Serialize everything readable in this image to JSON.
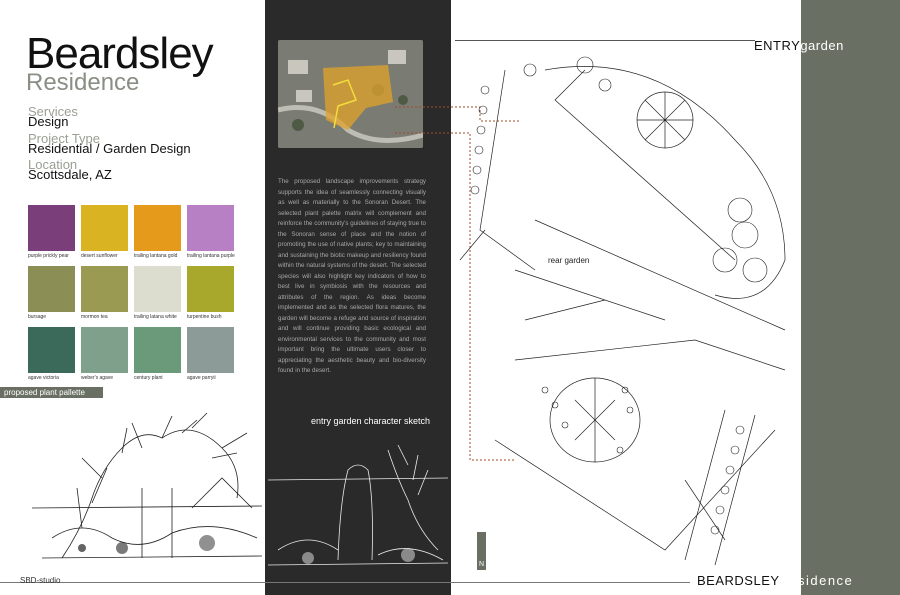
{
  "project": {
    "title_main": "Beardsley",
    "title_sub": "Residence",
    "services_label": "Services",
    "services_value": "Design",
    "type_label": "Project Type",
    "type_value": "Residential / Garden Design",
    "location_label": "Location",
    "location_value": "Scottsdale, AZ"
  },
  "plants": [
    {
      "name": "purple prickly pear",
      "color": "#7a3f7a"
    },
    {
      "name": "desert sunflower",
      "color": "#d9b321"
    },
    {
      "name": "trailing lantana gold",
      "color": "#e59a1b"
    },
    {
      "name": "trailing lantana purple",
      "color": "#b77fc4"
    },
    {
      "name": "bursage",
      "color": "#8b8f55"
    },
    {
      "name": "mormon tea",
      "color": "#9a9a52"
    },
    {
      "name": "trailing latana white",
      "color": "#dcdccf"
    },
    {
      "name": "turpentine bush",
      "color": "#a8a82c"
    },
    {
      "name": "agave victoria",
      "color": "#3b6a5a"
    },
    {
      "name": "weber's agave",
      "color": "#7fa08a"
    },
    {
      "name": "century plant",
      "color": "#6a9a7a"
    },
    {
      "name": "agave parryii",
      "color": "#8c9a98"
    }
  ],
  "palette_label": "proposed plant pallette",
  "description": "The proposed landscape improvements strategy supports the idea of seamlessly connecting visually as well as materially to the Sonoran Desert. The selected plant palette matrix will complement and reinforce the community's guidelines of staying true to the Sonoran sense of place and the notion of promoting the use of native plants; key to maintaining and sustaining the biotic makeup and resiliency found within the natural systems of the desert. The selected species will also highlight key indicators of how to best live in symbiosis with the resources and attributes of the region. As ideas become implemented and as the selected flora matures, the garden will become a refuge and source of inspiration and will continue providing basic ecological and environmental services to the community and most important bring the ultimate users closer to appreciating the aesthetic beauty and bio-diversity found in the desert.",
  "sketch_caption": "entry garden character sketch",
  "entry_title_a": "ENTRY",
  "entry_title_b": "garden",
  "rear_garden_label": "rear garden",
  "north_label": "N",
  "footer_studio": "SBD-studio",
  "footer_title_a": "BEARDSLEY",
  "footer_title_b": "residence",
  "colors": {
    "panel_gray": "#6a6f64",
    "dark_column": "#2a2a2a",
    "leader_red": "#a34a2a"
  }
}
